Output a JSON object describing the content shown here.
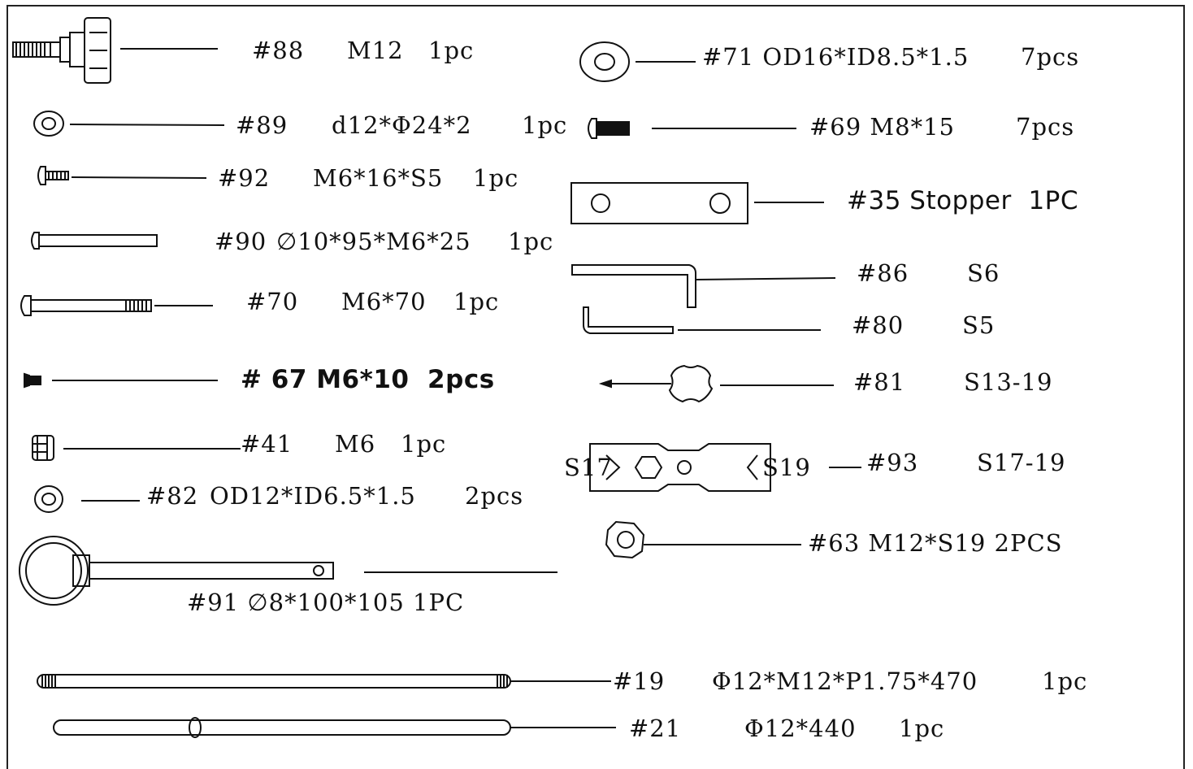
{
  "parts": {
    "p88": {
      "num": "#88",
      "spec": "M12",
      "qty": "1pc"
    },
    "p89": {
      "num": "#89",
      "spec": "d12*Φ24*2",
      "qty": "1pc"
    },
    "p92": {
      "num": "#92",
      "spec": "M6*16*S5",
      "qty": "1pc"
    },
    "p90": {
      "num": "#90",
      "spec": "∅10*95*M6*25",
      "qty": "1pc"
    },
    "p70": {
      "num": "#70",
      "spec": "M6*70",
      "qty": "1pc"
    },
    "p67": {
      "text": "# 67 M6*10  2pcs"
    },
    "p41": {
      "num": "#41",
      "spec": "M6",
      "qty": "1pc"
    },
    "p82": {
      "num": "#82",
      "spec": "OD12*ID6.5*1.5",
      "qty": "2pcs"
    },
    "p91": {
      "text": "#91 ∅8*100*105 1PC"
    },
    "p19": {
      "num": "#19",
      "spec": "Φ12*M12*P1.75*470",
      "qty": "1pc"
    },
    "p21": {
      "num": "#21",
      "spec": "Φ12*440",
      "qty": "1pc"
    },
    "p71": {
      "text": "#71 OD16*ID8.5*1.5",
      "qty": "7pcs"
    },
    "p69": {
      "text": "#69 M8*15",
      "qty": "7pcs"
    },
    "p35": {
      "text": "#35 Stopper  1PC"
    },
    "p86": {
      "num": "#86",
      "spec": "S6"
    },
    "p80": {
      "num": "#80",
      "spec": "S5"
    },
    "p81": {
      "num": "#81",
      "spec": "S13-19"
    },
    "p93": {
      "num": "#93",
      "spec": "S17-19",
      "left_mark": "S17",
      "right_mark": "S19"
    },
    "p63": {
      "text": "#63 M12*S19 2PCS"
    }
  }
}
